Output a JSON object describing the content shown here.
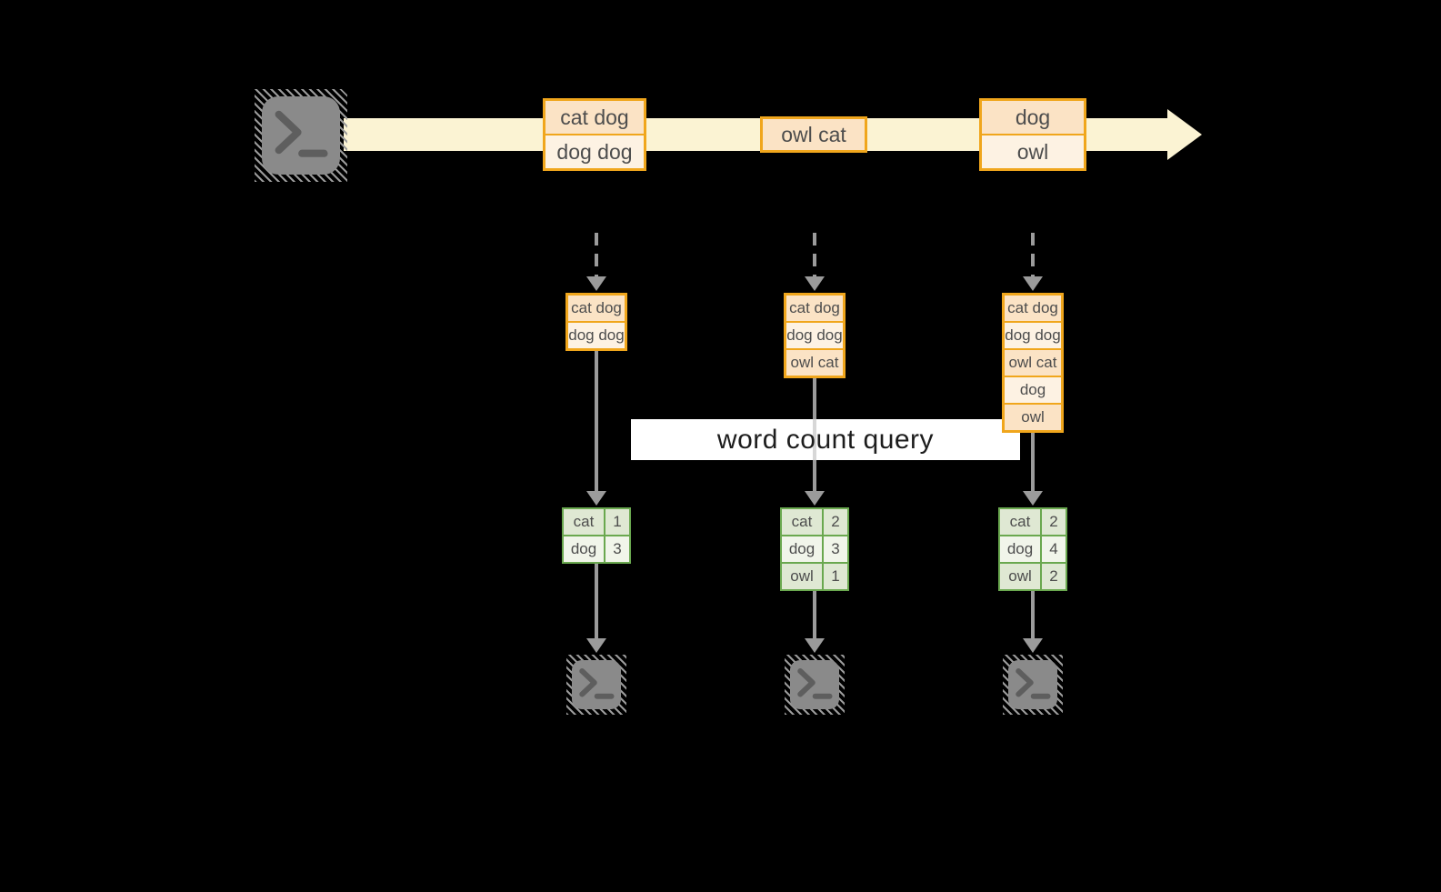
{
  "query": {
    "label": "word count query"
  },
  "stream": {
    "source_icon": "terminal-icon",
    "events": [
      {
        "lines": [
          "cat dog",
          "dog dog"
        ]
      },
      {
        "lines": [
          "owl cat"
        ]
      },
      {
        "lines": [
          "dog",
          "owl"
        ]
      }
    ]
  },
  "batches": [
    {
      "lines": [
        "cat dog",
        "dog dog"
      ]
    },
    {
      "lines": [
        "cat dog",
        "dog dog",
        "owl cat"
      ]
    },
    {
      "lines": [
        "cat dog",
        "dog dog",
        "owl cat",
        "dog",
        "owl"
      ]
    }
  ],
  "counts": [
    {
      "rows": [
        [
          "cat",
          "1"
        ],
        [
          "dog",
          "3"
        ]
      ]
    },
    {
      "rows": [
        [
          "cat",
          "2"
        ],
        [
          "dog",
          "3"
        ],
        [
          "owl",
          "1"
        ]
      ]
    },
    {
      "rows": [
        [
          "cat",
          "2"
        ],
        [
          "dog",
          "4"
        ],
        [
          "owl",
          "2"
        ]
      ]
    }
  ],
  "colors": {
    "background": "#000000",
    "stream_arrow": "#fbf3d3",
    "event_border": "#f0a61c",
    "event_fill_dark": "#fbe3c5",
    "event_fill_light": "#fdf2e3",
    "event_text": "#4d4d4d",
    "table_border": "#6aa84f",
    "table_fill_dark": "#dfe8d3",
    "table_fill_light": "#f1f5ea",
    "arrow_gray": "#9b9b9b",
    "terminal_fill": "#8a8a8a",
    "terminal_glyph": "#5e5e5e",
    "query_band_bg": "#ffffff",
    "query_text_color": "#1d1d1d"
  }
}
